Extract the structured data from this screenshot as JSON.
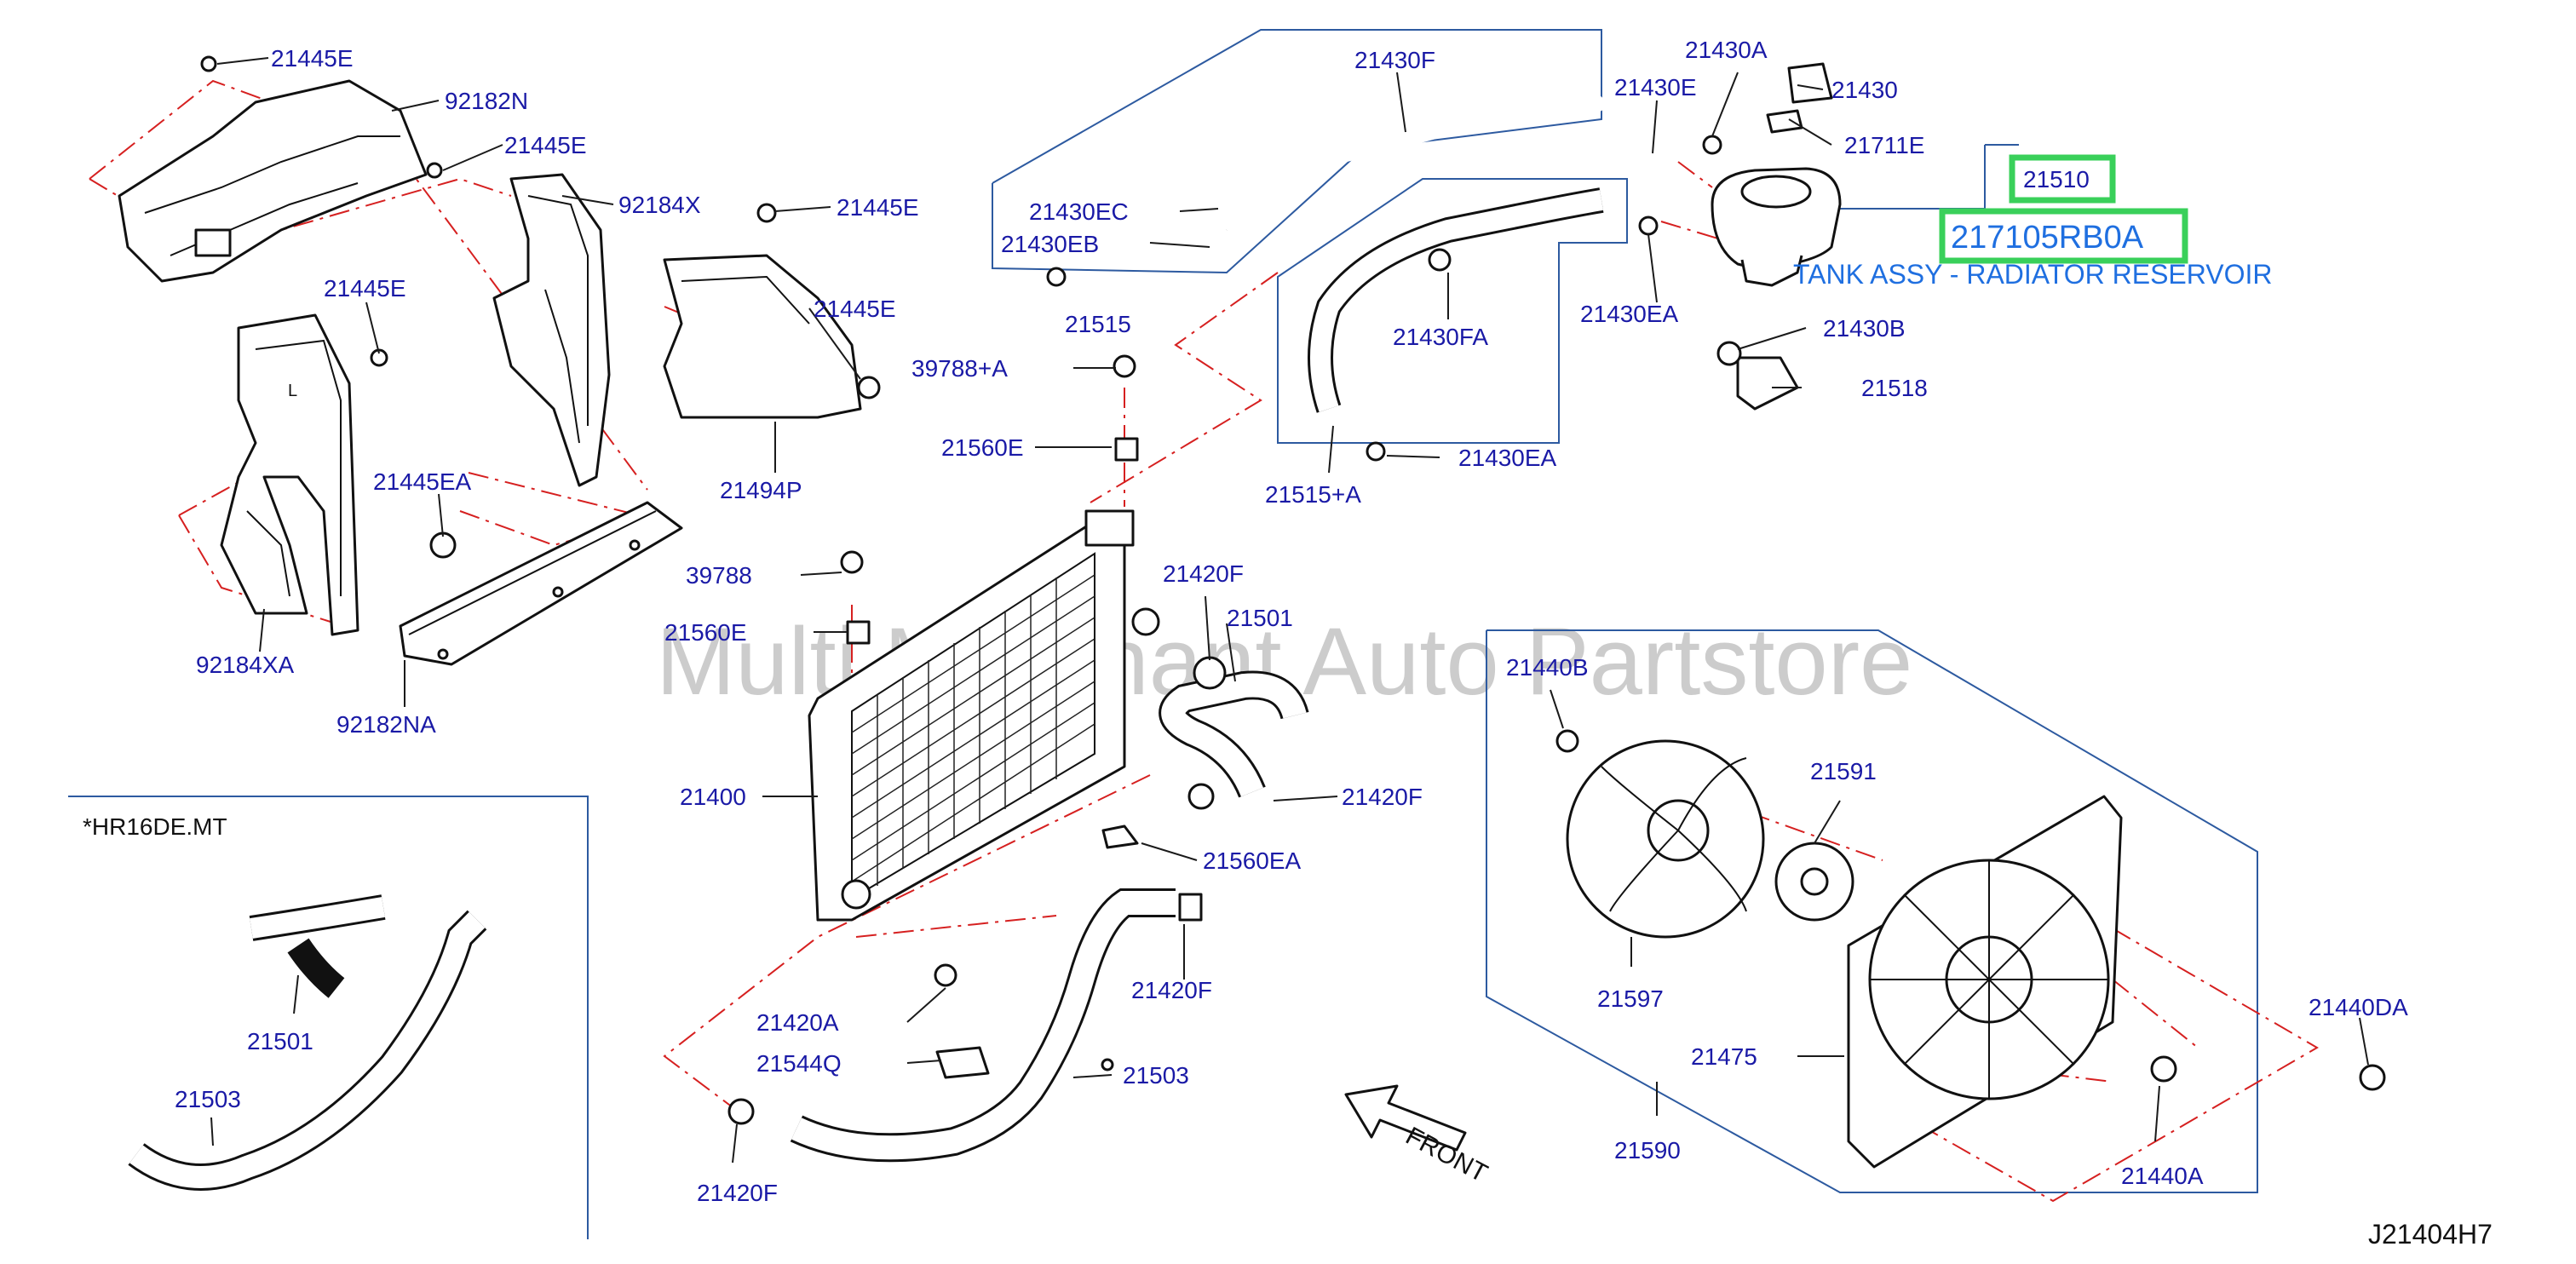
{
  "watermark": "Multi Merchant Auto Partstore",
  "diagram_code": "J21404H7",
  "variant_note": "*HR16DE.MT",
  "front_label": "FRONT",
  "highlight": {
    "group_number": "21510",
    "part_number": "217105RB0A",
    "description": "TANK ASSY - RADIATOR RESERVOIR"
  },
  "callouts": [
    "21445E",
    "92182N",
    "21445E",
    "92184X",
    "21445E",
    "21445E",
    "21445E",
    "21445EA",
    "92184XA",
    "92182NA",
    "21494P",
    "21430F",
    "21430E",
    "21430A",
    "21430",
    "21711E",
    "21430EC",
    "21430EB",
    "21515",
    "21430FA",
    "21430EA",
    "21430B",
    "21518",
    "39788+A",
    "21560E",
    "21430EA",
    "21515+A",
    "39788",
    "21560E",
    "21420F",
    "21501",
    "21440B",
    "21591",
    "21400",
    "21420F",
    "21560EA",
    "21501",
    "21503",
    "21420A",
    "21544Q",
    "21420F",
    "21503",
    "21597",
    "21440DA",
    "21475",
    "21590",
    "21440A",
    "21420F"
  ],
  "colors": {
    "callout_text": "#1a1aa6",
    "highlight_border": "#39d05a",
    "highlight_text": "#1f6fe0",
    "leader_dash": "#d62020",
    "group_frame": "#2d5aa0"
  }
}
